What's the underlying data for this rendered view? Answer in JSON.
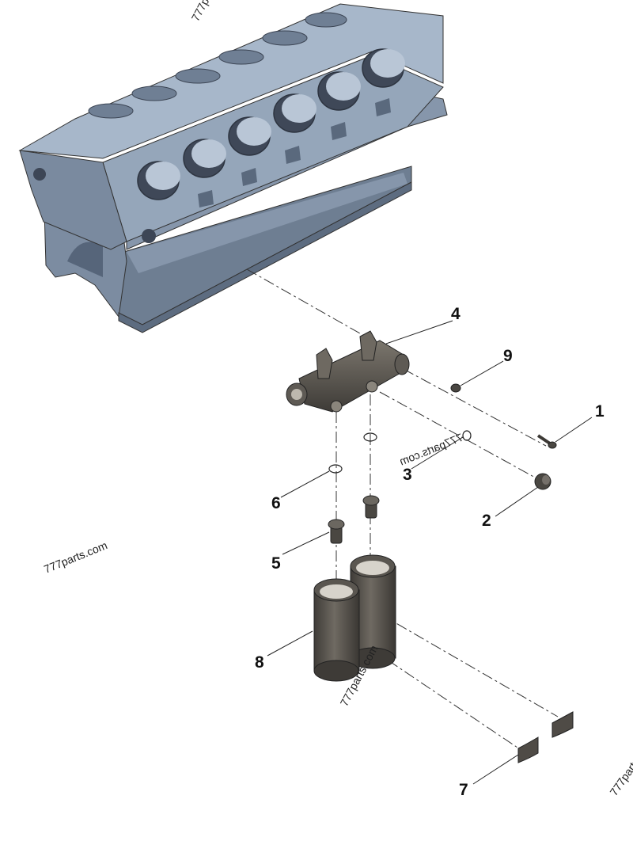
{
  "diagram": {
    "callouts": [
      {
        "id": "1",
        "label": "1"
      },
      {
        "id": "2",
        "label": "2"
      },
      {
        "id": "3",
        "label": "3"
      },
      {
        "id": "4",
        "label": "4"
      },
      {
        "id": "5",
        "label": "5"
      },
      {
        "id": "6",
        "label": "6"
      },
      {
        "id": "7",
        "label": "7"
      },
      {
        "id": "8",
        "label": "8"
      },
      {
        "id": "9",
        "label": "9"
      }
    ],
    "watermarks": {
      "top": "777pa",
      "left": "777parts.com",
      "middle_mirrored": "777parts.com",
      "cylinder": "777parts.com",
      "bottom_right": "777parts.c"
    }
  },
  "colors": {
    "block_top": "#9fb0c4",
    "block_side": "#7e8ea3",
    "block_dark": "#5e6d80",
    "part_dark": "#4d4a45",
    "part_mid": "#6b6760",
    "part_light": "#8a857c"
  }
}
